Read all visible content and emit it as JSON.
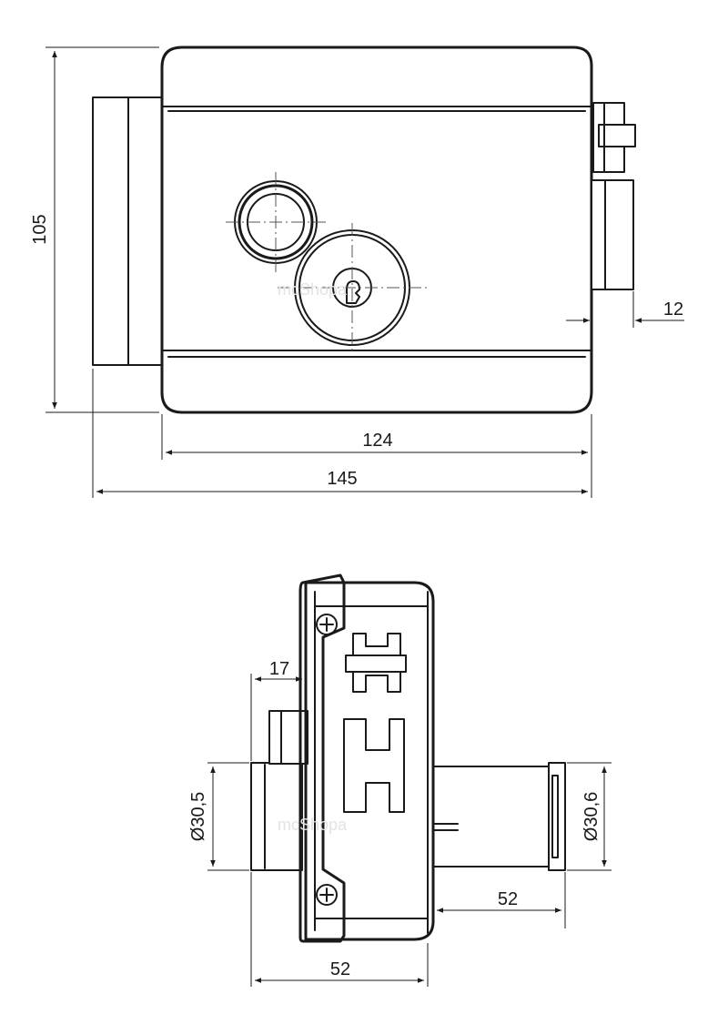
{
  "front_view": {
    "dim_height": "105",
    "dim_body_width": "124",
    "dim_total_width": "145",
    "dim_bolt": "12"
  },
  "side_view": {
    "dim_offset": "17",
    "dim_cylinder_diameter": "Ø30,5",
    "dim_bolt_diameter": "Ø30,6",
    "dim_bolt_projection": "52",
    "dim_depth": "52"
  },
  "watermark": "mcShopa"
}
